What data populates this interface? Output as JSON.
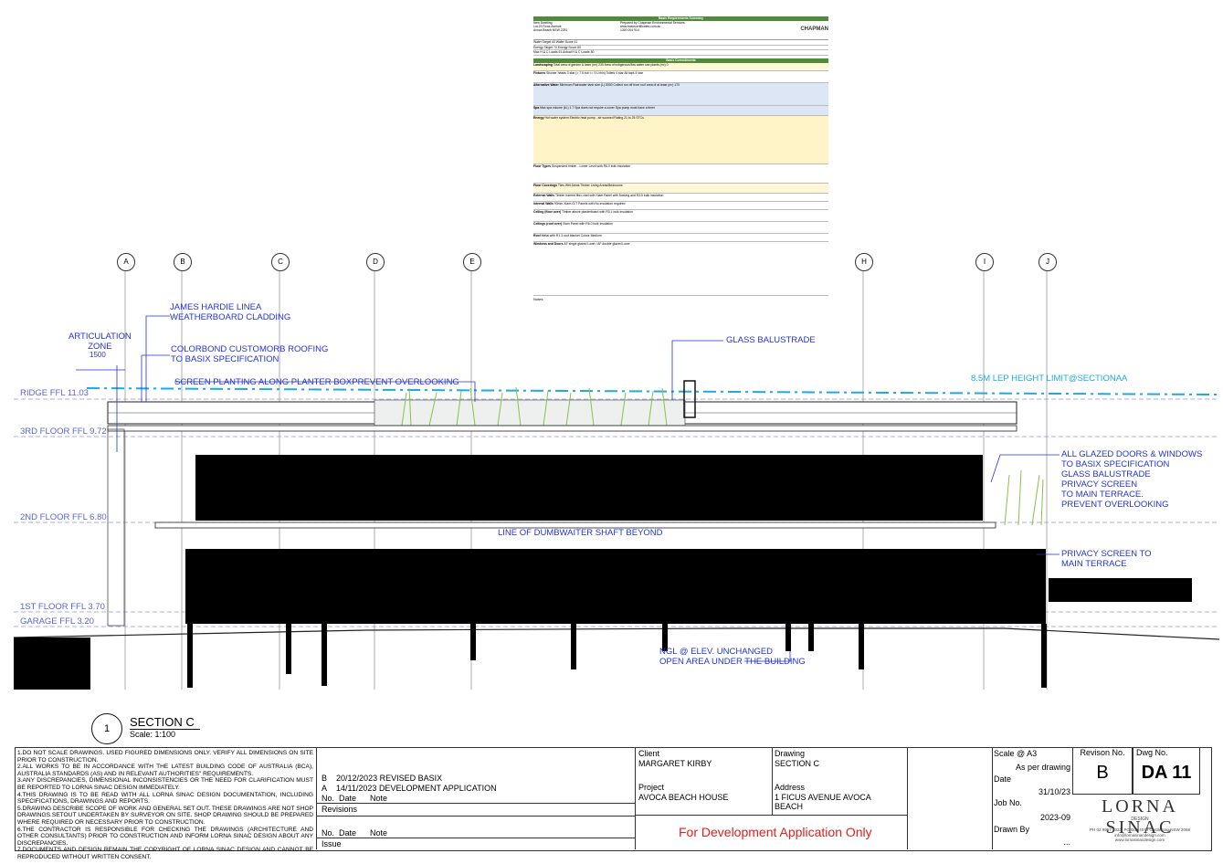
{
  "basix": {
    "title": "Basix Requirements Summary",
    "project_lines": [
      "New Dwelling",
      "Lot 23 Ficus Avenue",
      "Avoca Beach   NSW   2251"
    ],
    "prepared_lines": [
      "Prepared by Chapman Environmental Services",
      "www.basixcertificates.com.au",
      "1300 004 914"
    ],
    "logo": "CHAPMAN",
    "targets": [
      "Water Target   40   Water Score   41",
      "Energy Target   70   Energy Score   80",
      "Max H & C Loads  51   Actual H & C Loads  50"
    ],
    "commitments_title": "Basix Commitments",
    "rows": [
      {
        "cat": "Landscaping",
        "text": "Total area of garden & lawn (m²)  230   Area of indigenous/low water use plants (m²)  0"
      },
      {
        "cat": "Fixtures",
        "text": "Shower heads  3 star (> 7.5 but <= 9 L/min)   Toilets 4 star   All taps 4 star"
      },
      {
        "cat": "Alternative Water",
        "text": "Minimum Rainwater tank size (L)  5000   Collect run off from roof area of at least (m²)  170"
      },
      {
        "cat": "Spa",
        "text": "Max spa volume (kL)  1.7   Spa does not require a cover   Spa pump must have a timer"
      },
      {
        "cat": "Energy",
        "text": "Hot water system  Electric heat pump - air sourced   Rating 21 to 25 STCs"
      },
      {
        "cat": "Floor Types",
        "text": "Suspended timber - Lower Level  with R6.0 bulk insulation"
      },
      {
        "cat": "Floor Coverings",
        "text": "Tiles  Wet Areas   Timber  Living Areas/Bedrooms"
      },
      {
        "cat": "External Walls",
        "text": "Timber framed fibro clad with Xlam Panel  with Sarking and R2.5 bulk insulation"
      },
      {
        "cat": "Internal Walls",
        "text": "90mm Xlam-CLT Panels  with No insulation required"
      },
      {
        "cat": "Ceiling (floor over)",
        "text": "Timber above plasterboard  with R3.1 bulk insulation"
      },
      {
        "cat": "Ceilings (roof over)",
        "text": "Xlam Panel  with R6.0 bulk insulation"
      },
      {
        "cat": "Roof",
        "text": "Metal  with R1.3 roof blanket   Colour Medium"
      },
      {
        "cat": "Windows and Doors",
        "text": "AF single glazed Lowe / AF double glazed Lowe"
      }
    ],
    "notes_label": "Notes"
  },
  "drawing": {
    "grid_labels": [
      "A",
      "B",
      "C",
      "D",
      "E",
      "H",
      "I",
      "J"
    ],
    "levels": [
      {
        "label": "RIDGE FFL 11.03"
      },
      {
        "label": "3RD FLOOR FFL 9.72"
      },
      {
        "label": "2ND FLOOR FFL 6.80"
      },
      {
        "label": "1ST FLOOR FFL 3.70"
      },
      {
        "label": "GARAGE FFL 3.20"
      }
    ],
    "annotations": {
      "cladding": "JAMES HARDIE LINEA\nWEATHERBOARD CLADDING",
      "articulation": "ARTICULATION\nZONE",
      "articulation_dim": "1500",
      "roofing": "COLORBOND CUSTOMORB ROOFING\nTO BASIX SPECIFICATION",
      "glass_balustrade": "GLASS BALUSTRADE",
      "screen_planting": "SCREEN PLANTING ALONG PLANTER BOXPREVENT OVERLOOKING",
      "height_limit": "8.5M LEP HEIGHT LIMIT@SECTIONAA",
      "glazed": "ALL GLAZED DOORS & WINDOWS\nTO BASIX SPECIFICATION\nGLASS BALUSTRADE\nPRIVACY SCREEN\nTO MAIN TERRACE.\nPREVENT OVERLOOKING",
      "dumbwaiter": "LINE OF DUMBWAITER SHAFT BEYOND",
      "privacy": "PRIVACY SCREEN TO\nMAIN TERRACE",
      "ngl": "NGL @ ELEV. UNCHANGED\nOPEN AREA UNDER THE BUILDING"
    },
    "section_number": "1",
    "section_title": "SECTION C",
    "section_scale": "Scale: 1:100"
  },
  "titleblock": {
    "notes": "1.DO NOT SCALE DRAWINGS. USED FIGURED DIMENSIONS ONLY. VERIFY ALL DIMENSIONS ON SITE PRIOR TO CONSTRUCTION.\n2.ALL WORKS TO BE IN ACCORDANCE WITH THE LATEST BUILDING CODE OF AUSTRALIA (BCA), AUSTRALIA STANDARDS (AS) AND IN RELEVANT AUTHORITIES\" REQUIREMENTS.\n3.ANY DISCREPANCIES, DIMENSIONAL INCONSISTENCIES OR THE NEED FOR CLARIFICATION MUST BE REPORTED TO LORNA SINAC DESIGN IMMEDIATELY.\n4.THIS DRAWING IS TO BE READ WITH ALL LORNA SINAC DESIGN DOCUMENTATION, INCLUDING SPECIFICATIONS, DRAWINGS AND REPORTS.\n5.DRAWING DESCRIBE SCOPE OF WORK AND GENERAL SET OUT. THESE DRAWINGS ARE NOT SHOP DRAWINGS.SETOUT UNDERTAKEN BY SURVEYOR ON SITE. SHOP DRAWING SHOULD BE PREPARED WHERE REQUIRED OR NECESSARY PRIOR TO CONSTRUCTION.\n6.THE CONTRACTOR IS RESPONSIBLE FOR CHECKING THE DRAWINGS (ARCHITECTURE AND OTHER CONSULTANTS) PRIOR TO CONSTRUCTION AND INFORM LORNA SINAC DESIGN ABOUT ANY DISCREPANCIES.\n7.DOCUMENTS AND DESIGN REMAIN THE COPYRIGHT OF LORNA SINAC DESIGN AND CANNOT BE REPRODUCED WITHOUT WRITTEN CONSENT.",
    "revisions": [
      {
        "no": "B",
        "date": "20/12/2023",
        "note": "REVISED BASIX"
      },
      {
        "no": "A",
        "date": "14/11/2023",
        "note": "DEVELOPMENT APPLICATION"
      }
    ],
    "rev_header": "No.  Date      Note",
    "revisions_label": "Revisions",
    "issue_header": "No.  Date      Note",
    "issue_label": "Issue",
    "client_label": "Client",
    "client": "MARGARET KIRBY",
    "project_label": "Project",
    "project": "AVOCA BEACH HOUSE",
    "drawing_label": "Drawing",
    "drawing": "SECTION C",
    "address_label": "Address",
    "address": "1 FICUS AVENUE AVOCA\nBEACH",
    "da_only": "For Development Application Only",
    "scale_label": "Scale @ A3",
    "scale": "As per drawing",
    "date_label": "Date",
    "date": "31/10/23",
    "job_label": "Job No.",
    "job": "2023-09",
    "drawn_label": "Drawn By",
    "drawn": "...",
    "revision_label": "Revison No.",
    "revision": "B",
    "dwg_label": "Dwg No.",
    "dwg": "DA 11",
    "firm": "LORNA SINAC",
    "firm_sub": "DESIGN",
    "firm_contact": "PH 02 9967 4333  PO Box 4079 Castlecrag NSW 2068\ninfo@lornasinacdesign.com\nwww.lornasinacdesign.com"
  },
  "colors": {
    "annotation": "#2333d6",
    "height_limit": "#1ea9e0",
    "basix_header": "#4f8b3a",
    "da_red": "#e0201b"
  }
}
